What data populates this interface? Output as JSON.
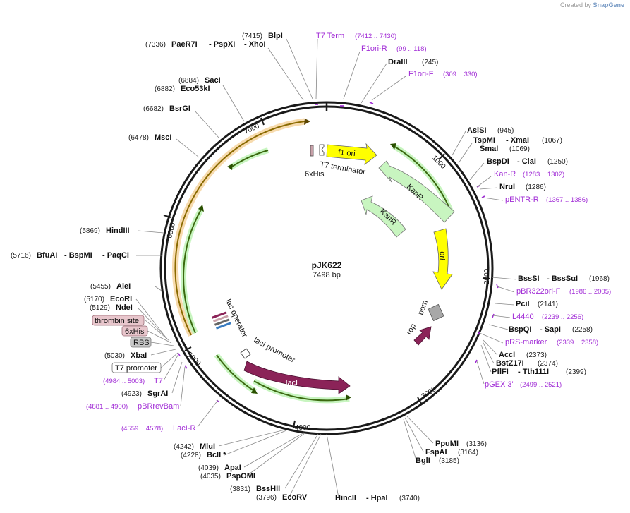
{
  "watermark": {
    "prefix": "Created by",
    "brand": "SnapGene"
  },
  "plasmid": {
    "name": "pJK622",
    "length_label": "7498 bp",
    "length": 7498
  },
  "ticks": [
    "1000",
    "2000",
    "3000",
    "4000",
    "5000",
    "6000",
    "7000"
  ],
  "sites": [
    {
      "pos": "(7415)",
      "name": "BlpI"
    },
    {
      "pos": "(7336)",
      "name": "PaeR7I",
      "extra": [
        "- PspXI",
        "- XhoI"
      ]
    },
    {
      "pos": "",
      "name": "DraIII",
      "after": "(245)"
    },
    {
      "pos": "(6884)",
      "name": "SacI"
    },
    {
      "pos": "(6882)",
      "name": "Eco53kI"
    },
    {
      "pos": "(6682)",
      "name": "BsrGI"
    },
    {
      "pos": "(6478)",
      "name": "MscI"
    },
    {
      "pos": "",
      "name": "AsiSI",
      "after": "(945)"
    },
    {
      "pos": "",
      "name": "TspMI",
      "extra": [
        "- XmaI"
      ],
      "after": "(1067)"
    },
    {
      "pos": "",
      "name": "SmaI",
      "after": "(1069)"
    },
    {
      "pos": "",
      "name": "BspDI",
      "extra": [
        "- ClaI"
      ],
      "after": "(1250)"
    },
    {
      "pos": "",
      "name": "NruI",
      "after": "(1286)"
    },
    {
      "pos": "(5869)",
      "name": "HindIII"
    },
    {
      "pos": "(5716)",
      "name": "BfuAI",
      "extra": [
        "- BspMI",
        "- PaqCI"
      ]
    },
    {
      "pos": "",
      "name": "BssSI",
      "extra": [
        "- BssSαI"
      ],
      "after": "(1968)"
    },
    {
      "pos": "",
      "name": "PciI",
      "after": "(2141)"
    },
    {
      "pos": "(5455)",
      "name": "AleI"
    },
    {
      "pos": "(5170)",
      "name": "EcoRI"
    },
    {
      "pos": "(5129)",
      "name": "NdeI"
    },
    {
      "pos": "",
      "name": "BspQI",
      "extra": [
        "- SapI"
      ],
      "after": "(2258)"
    },
    {
      "pos": "",
      "name": "AccI",
      "after": "(2373)"
    },
    {
      "pos": "",
      "name": "BstZ17I",
      "after": "(2374)"
    },
    {
      "pos": "",
      "name": "PflFI",
      "extra": [
        "- Tth111I"
      ],
      "after": "(2399)"
    },
    {
      "pos": "(5030)",
      "name": "XbaI"
    },
    {
      "pos": "(4923)",
      "name": "SgrAI"
    },
    {
      "pos": "",
      "name": "PpuMI",
      "after": "(3136)"
    },
    {
      "pos": "",
      "name": "FspAI",
      "after": "(3164)"
    },
    {
      "pos": "",
      "name": "BglI",
      "after": "(3185)"
    },
    {
      "pos": "(4242)",
      "name": "MluI"
    },
    {
      "pos": "(4228)",
      "name": "BclI *"
    },
    {
      "pos": "(4039)",
      "name": "ApaI"
    },
    {
      "pos": "(4035)",
      "name": "PspOMI"
    },
    {
      "pos": "(3831)",
      "name": "BssHII"
    },
    {
      "pos": "(3796)",
      "name": "EcoRV"
    },
    {
      "pos": "",
      "name": "HincII",
      "extra": [
        "- HpaI"
      ],
      "after": "(3740)"
    }
  ],
  "primers": [
    {
      "name": "T7 Term",
      "range": "(7412 .. 7430)"
    },
    {
      "name": "F1ori-R",
      "range": "(99 .. 118)"
    },
    {
      "name": "F1ori-F",
      "range": "(309 .. 330)"
    },
    {
      "name": "Kan-R",
      "range": "(1283 .. 1302)"
    },
    {
      "name": "pENTR-R",
      "range": "(1367 .. 1386)"
    },
    {
      "name": "pBR322ori-F",
      "range": "(1986 .. 2005)"
    },
    {
      "name": "L4440",
      "range": "(2239 .. 2256)"
    },
    {
      "name": "pRS-marker",
      "range": "(2339 .. 2358)"
    },
    {
      "name": "pGEX 3'",
      "range": "(2499 .. 2521)"
    },
    {
      "name": "T7",
      "range": "(4984 .. 5003)"
    },
    {
      "name": "pBRrevBam",
      "range": "(4881 .. 4900)"
    },
    {
      "name": "LacI-R",
      "range": "(4559 .. 4578)"
    }
  ],
  "boxed_features": [
    {
      "name": "thrombin site",
      "fill": "#e8c6cc"
    },
    {
      "name": "6xHis",
      "fill": "#e8c6cc"
    },
    {
      "name": "RBS",
      "fill": "#c8c8c8"
    },
    {
      "name": "T7 promoter",
      "fill": "#ffffff"
    }
  ],
  "features": {
    "f1_ori": "f1 ori",
    "t7_terminator": "T7 terminator",
    "his_tag": "6xHis",
    "kanr": "KanR",
    "ori": "ori",
    "bom": "bom",
    "rop": "rop",
    "lac_operator": "lac operator",
    "laci_promoter": "lacI promoter",
    "laci": "lacI"
  },
  "colors": {
    "backbone": "#1a1a1a",
    "primer": "#a12cd6",
    "yellow": "#ffff00",
    "green_arrow": "#c8f5c0",
    "laci": "#8b2358",
    "orf_orange": "#f0b870",
    "orf_green": "#3b8a1a"
  }
}
